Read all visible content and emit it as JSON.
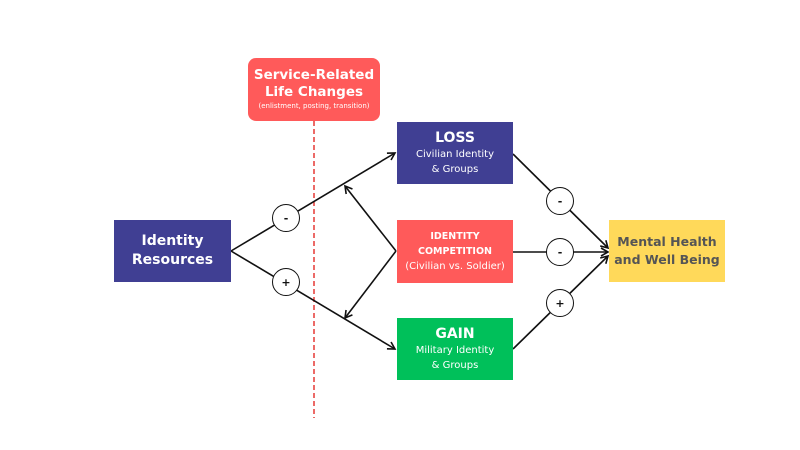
{
  "colors": {
    "identity_resources": "#403f93",
    "service_changes": "#ff5a5a",
    "loss": "#403f93",
    "competition": "#ff5a5a",
    "gain": "#00c05a",
    "wellbeing": "#ffd95a",
    "wellbeing_text": "#555555",
    "dashed_line": "#e53935"
  },
  "nodes": {
    "identity_resources": {
      "title_line1": "Identity",
      "title_line2": "Resources"
    },
    "service_changes": {
      "title_line1": "Service-Related",
      "title_line2": "Life Changes",
      "subtitle": "(enlistment, posting, transition)"
    },
    "loss": {
      "title": "LOSS",
      "sub_line1": "Civilian Identity",
      "sub_line2": "& Groups"
    },
    "competition": {
      "title_line1": "IDENTITY",
      "title_line2": "COMPETITION",
      "subtitle": "(Civilian vs. Soldier)"
    },
    "gain": {
      "title": "GAIN",
      "sub_line1": "Military Identity",
      "sub_line2": "& Groups"
    },
    "wellbeing": {
      "title_line1": "Mental Health",
      "title_line2": "and Well Being"
    }
  },
  "signs": {
    "resources_to_loss": "-",
    "resources_to_gain": "+",
    "loss_to_wellbeing": "-",
    "competition_to_wellbeing": "-",
    "gain_to_wellbeing": "+"
  }
}
